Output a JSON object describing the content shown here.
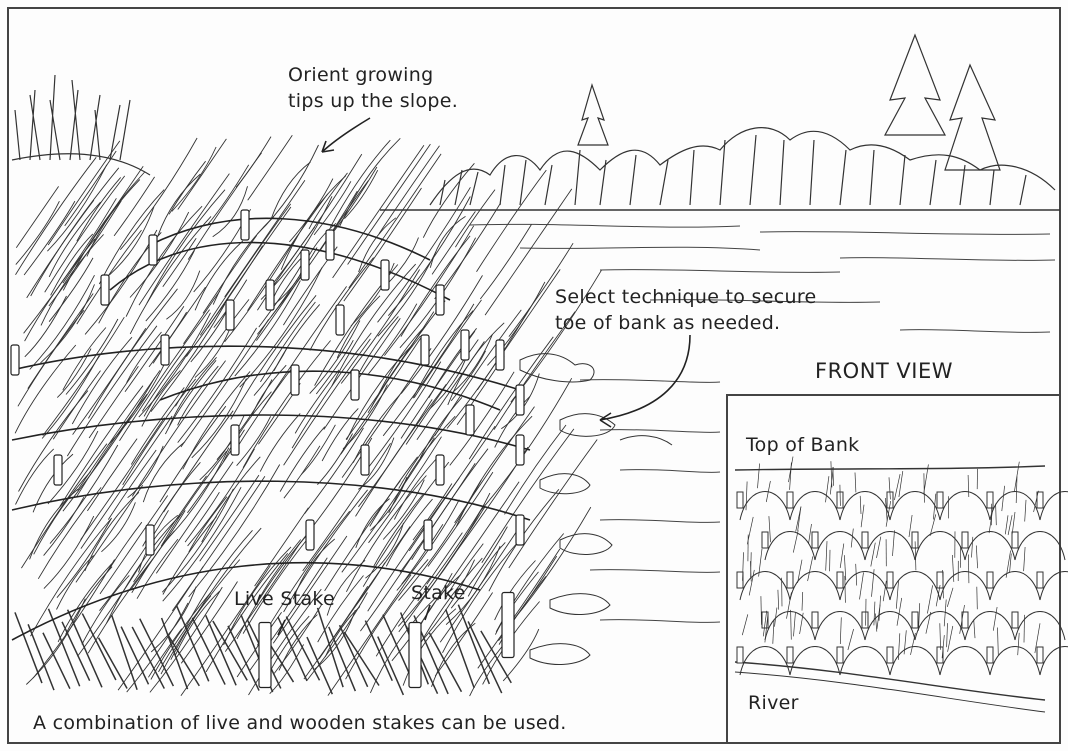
{
  "labels": {
    "orient": [
      "Orient growing",
      "tips up the slope."
    ],
    "select": [
      "Select technique to secure",
      "toe of bank as needed."
    ],
    "front_view": "FRONT VIEW",
    "top_of_bank": "Top of Bank",
    "river": "River",
    "live_stake": "Live Stake",
    "stake": "Stake",
    "caption": "A combination of live and wooden stakes can be used."
  },
  "colors": {
    "ink": "#222222",
    "paper": "#fdfdfd",
    "border": "#444444"
  }
}
